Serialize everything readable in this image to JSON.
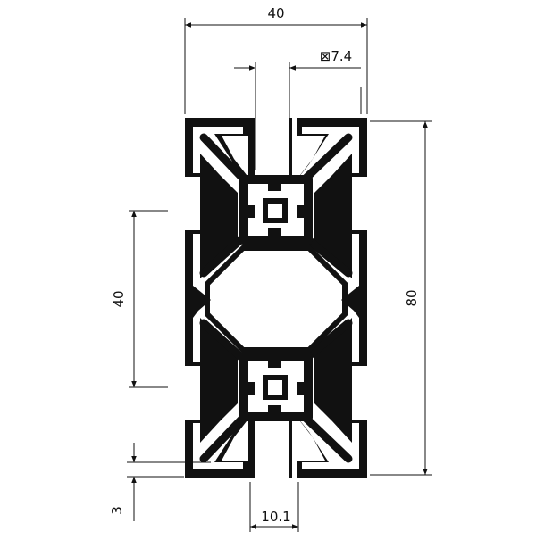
{
  "drawing": {
    "dimensions": {
      "width_top": "40",
      "slot_square": "⊠7.4",
      "height_right": "80",
      "pitch_left": "40",
      "slot_opening_bottom": "10.1",
      "wall_thickness_left": "3"
    },
    "colors": {
      "line": "#111111",
      "background": "#ffffff"
    }
  }
}
